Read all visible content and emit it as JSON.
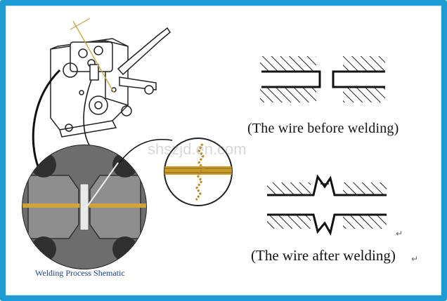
{
  "captions": {
    "before": "(The wire before welding)",
    "after": "(The wire after welding)",
    "schematic": "Welding Process Shematic"
  },
  "watermark": "shszjd.en.com",
  "return_mark": "↵",
  "colors": {
    "frame": "#1e9bd3",
    "wire": "#c79a2a",
    "label": "#1b3f8f"
  }
}
